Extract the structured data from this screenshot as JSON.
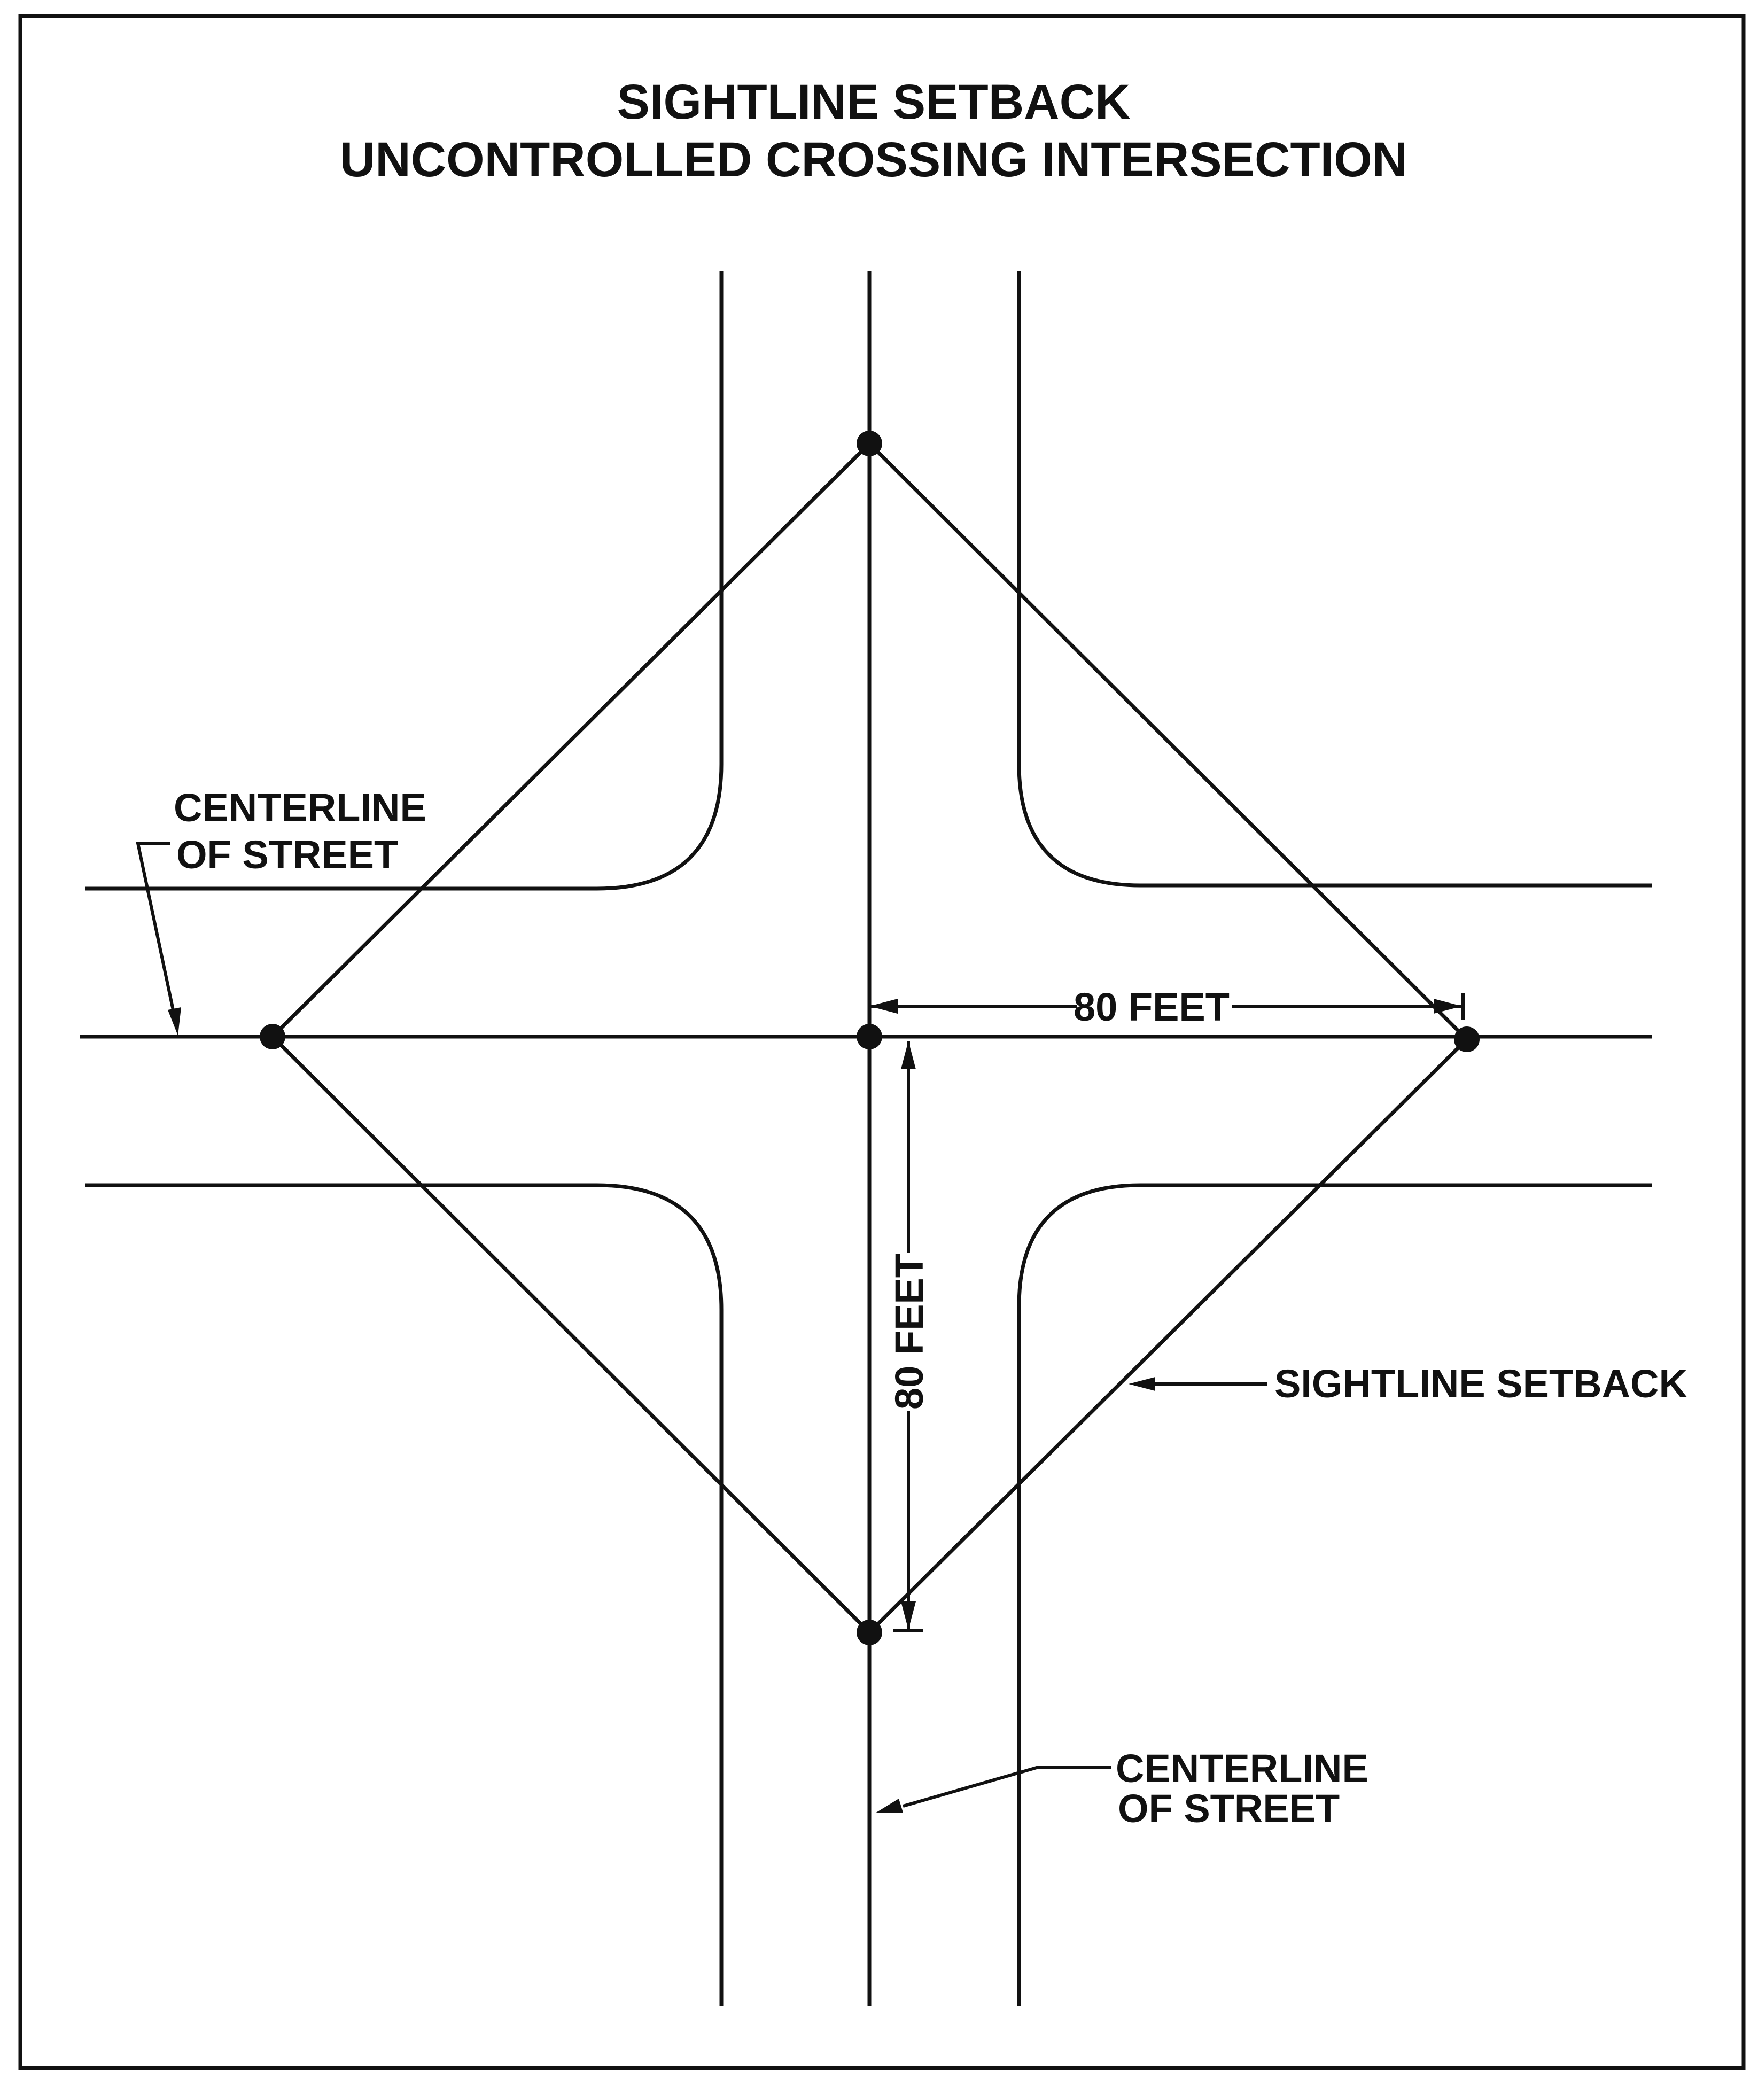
{
  "title": {
    "line1": "SIGHTLINE SETBACK",
    "line2": "UNCONTROLLED CROSSING INTERSECTION"
  },
  "labels": {
    "centerline_left_line1": "CENTERLINE",
    "centerline_left_line2": "OF STREET",
    "centerline_bottom_line1": "CENTERLINE",
    "centerline_bottom_line2": "OF STREET",
    "sightline_setback": "SIGHTLINE SETBACK",
    "dim_horizontal": "80 FEET",
    "dim_vertical": "80 FEET"
  },
  "colors": {
    "ink": "#111111",
    "background": "#ffffff"
  }
}
